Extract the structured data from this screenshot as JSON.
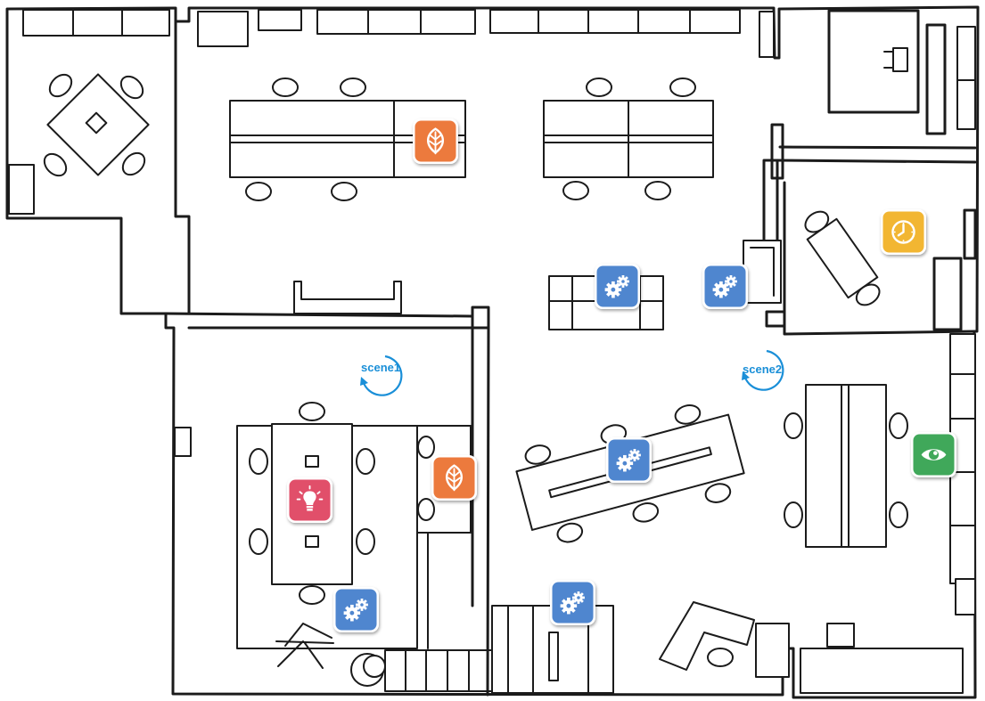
{
  "scenes": [
    {
      "id": "scene1",
      "label": "scene1"
    },
    {
      "id": "scene2",
      "label": "scene2"
    }
  ],
  "markers": [
    {
      "icon": "leaf-icon",
      "color": "#ec7a3e"
    },
    {
      "icon": "gears-icon",
      "color": "#4f86cf"
    },
    {
      "icon": "gears-icon",
      "color": "#4f86cf"
    },
    {
      "icon": "clock-icon",
      "color": "#f2b632"
    },
    {
      "icon": "lightbulb-icon",
      "color": "#e1506a"
    },
    {
      "icon": "leaf-icon",
      "color": "#ec7a3e"
    },
    {
      "icon": "gears-icon",
      "color": "#4f86cf"
    },
    {
      "icon": "eye-icon",
      "color": "#3fa85a"
    },
    {
      "icon": "gears-icon",
      "color": "#4f86cf"
    },
    {
      "icon": "gears-icon",
      "color": "#4f86cf"
    }
  ]
}
